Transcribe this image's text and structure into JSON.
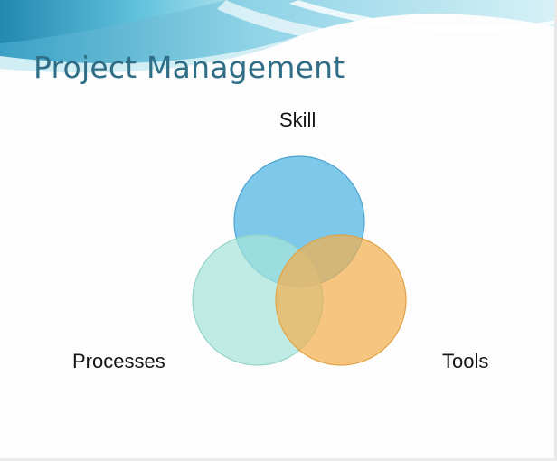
{
  "slide": {
    "title": "Project Management"
  },
  "venn": {
    "labels": {
      "top": "Skill",
      "left": "Processes",
      "right": "Tools"
    },
    "colors": {
      "skill": "#5ab8e4",
      "processes": "#a6e3d9",
      "tools": "#f3b050",
      "outline_skill": "#4aa3cf",
      "outline_processes": "#93d3c8",
      "outline_tools": "#e2a244",
      "banner_light": "#cfeef5",
      "banner_mid": "#7fcde0",
      "banner_dark": "#2f93b8",
      "title": "#2f6e86"
    }
  }
}
